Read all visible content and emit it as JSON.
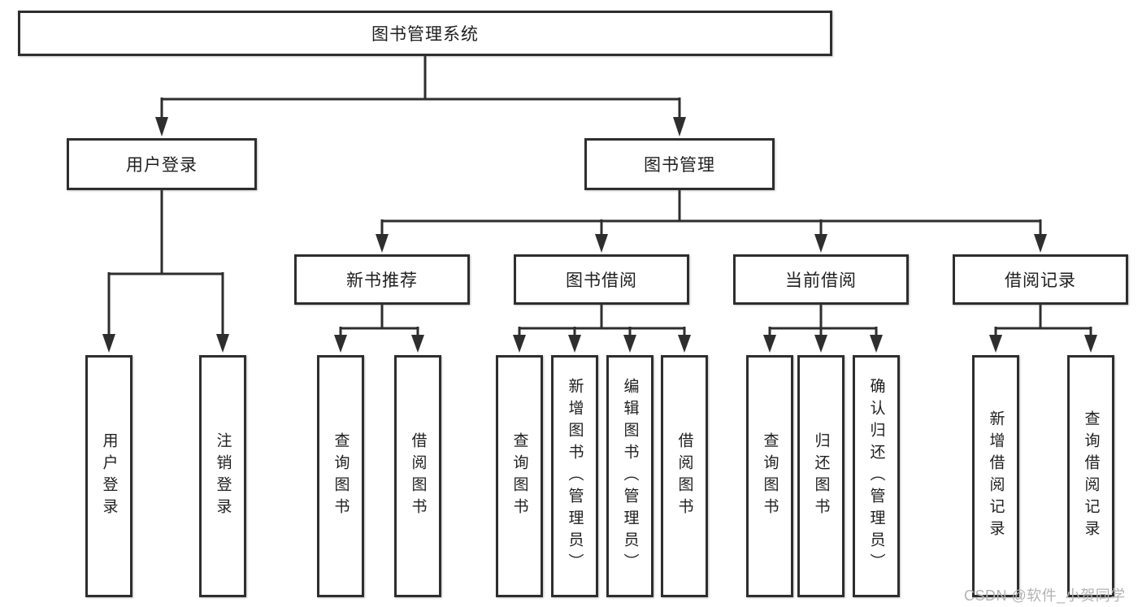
{
  "diagram": {
    "title": "图书管理系统",
    "colors": {
      "line": "#2e2e2e",
      "box_border": "#2e2e2e",
      "box_fill": "#ffffff",
      "text": "#1f1f1f",
      "background": "#ffffff",
      "watermark_text_color": "#b3b3b3"
    },
    "branches": {
      "user_login": {
        "label": "用户登录",
        "children": [
          {
            "label": "用户登录"
          },
          {
            "label": "注销登录"
          }
        ]
      },
      "book_management": {
        "label": "图书管理",
        "sections": [
          {
            "label": "新书推荐",
            "children": [
              {
                "label": "查询图书"
              },
              {
                "label": "借阅图书"
              }
            ]
          },
          {
            "label": "图书借阅",
            "children": [
              {
                "label": "查询图书"
              },
              {
                "label": "新增图书（管理员）"
              },
              {
                "label": "编辑图书（管理员）"
              },
              {
                "label": "借阅图书"
              }
            ]
          },
          {
            "label": "当前借阅",
            "children": [
              {
                "label": "查询图书"
              },
              {
                "label": "归还图书"
              },
              {
                "label": "确认归还（管理员）"
              }
            ]
          },
          {
            "label": "借阅记录",
            "children": [
              {
                "label": "新增借阅记录"
              },
              {
                "label": "查询借阅记录"
              }
            ]
          }
        ]
      }
    },
    "watermark": "CSDN @软件_小贺同学"
  }
}
